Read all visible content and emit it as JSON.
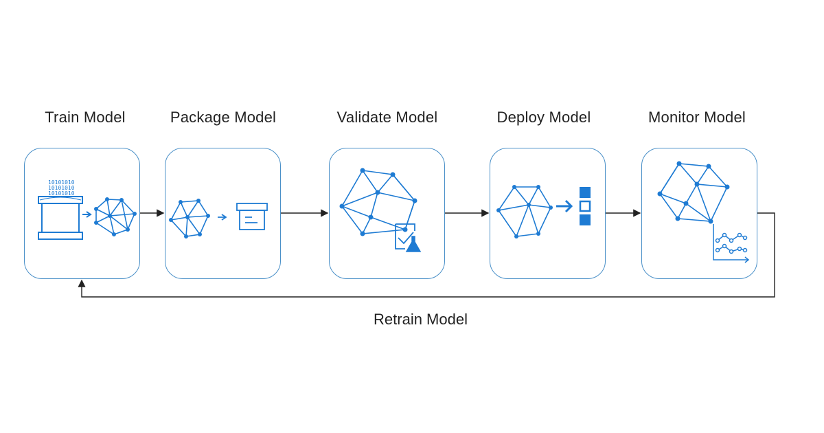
{
  "diagram": {
    "steps": [
      {
        "title": "Train Model",
        "icon": "database-to-network-icon"
      },
      {
        "title": "Package Model",
        "icon": "network-to-package-icon"
      },
      {
        "title": "Validate Model",
        "icon": "network-validation-icon"
      },
      {
        "title": "Deploy Model",
        "icon": "network-deploy-icon"
      },
      {
        "title": "Monitor Model",
        "icon": "network-monitor-chart-icon"
      }
    ],
    "retrain_label": "Retrain Model",
    "binary_rows": [
      "10101010",
      "10101010",
      "10101010"
    ],
    "colors": {
      "accent": "#1e7bd3",
      "box_border": "#4a90c8",
      "arrow": "#222222",
      "text": "#222222"
    }
  }
}
